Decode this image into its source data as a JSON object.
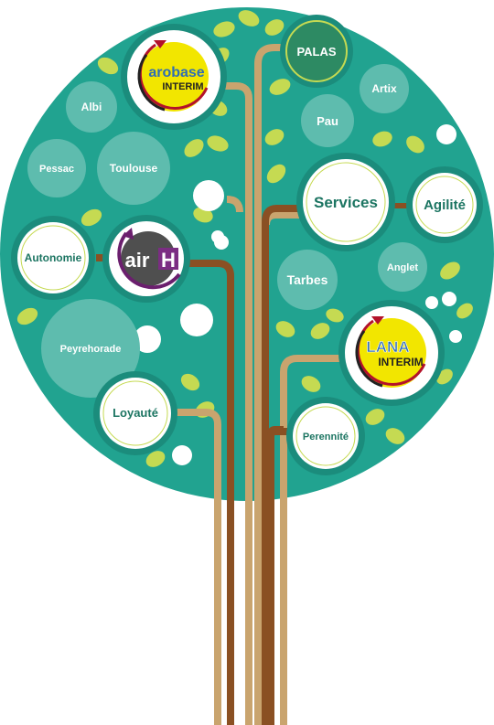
{
  "colors": {
    "canopy": "#21a390",
    "canopy_rim": "#1b8c7c",
    "bubble": "#5ebcae",
    "tan": "#c9a46e",
    "brown": "#8a5023",
    "leaf": "#c5da52",
    "label_green": "#1c7562",
    "palas_fill": "#2d8a63",
    "yellow": "#f2e600"
  },
  "canopy_bubbles": {
    "albi": "Albi",
    "toulouse": "Toulouse",
    "pessac": "Pessac",
    "pau": "Pau",
    "artix": "Artix",
    "tarbes": "Tarbes",
    "anglet": "Anglet",
    "peyrehorade": "Peyrehorade"
  },
  "values": {
    "autonomie": "Autonomie",
    "services": "Services",
    "agilite": "Agilité",
    "loyaute": "Loyauté",
    "perennite": "Perennité"
  },
  "brands": {
    "palas": "PALAS",
    "arobase_line1": "arobase",
    "arobase_line2": "INTERIM",
    "airh_part1": "air",
    "airh_part2": "H",
    "lana_line1": "LANA",
    "lana_line2": "INTERIM"
  }
}
